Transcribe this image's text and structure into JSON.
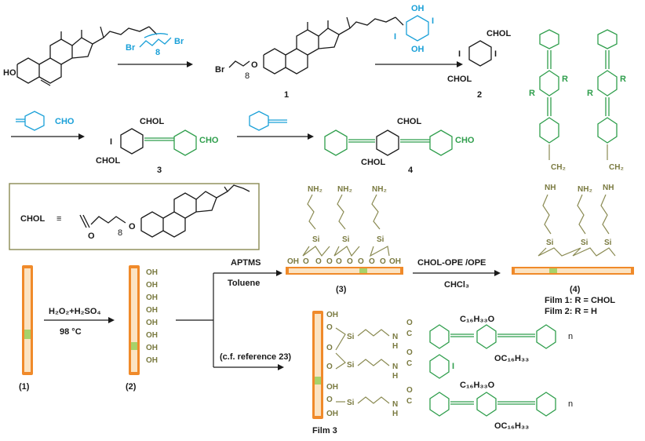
{
  "top_row": {
    "cholesterol_oh": "HO",
    "dibromooctane": {
      "br_left": "Br",
      "br_right": "Br",
      "repeat": "8"
    },
    "compound1": {
      "br": "Br",
      "repeat": "8",
      "o": "O",
      "number": "1"
    },
    "hydroquinone": {
      "oh_top": "OH",
      "i_right": "I",
      "i_left": "I",
      "oh_bottom": "OH"
    },
    "compound2": {
      "chol_top": "CHOL",
      "i_left": "I",
      "i_right": "I",
      "chol_bottom": "CHOL",
      "number": "2"
    }
  },
  "middle_row": {
    "reagent_aldehyde": {
      "cho": "CHO"
    },
    "compound3": {
      "chol_top": "CHOL",
      "i": "I",
      "chol_bottom": "CHOL",
      "cho": "CHO",
      "number": "3"
    },
    "compound4": {
      "chol_top": "CHOL",
      "chol_bottom": "CHOL",
      "cho": "CHO",
      "number": "4"
    }
  },
  "chol_definition": {
    "chol": "CHOL",
    "equiv": "≡",
    "o_left": "O",
    "repeat": "8",
    "o_right": "O"
  },
  "surface_steps": {
    "slide1_label": "(1)",
    "reagent_h2o2": "H₂O₂+H₂SO₄",
    "temperature": "98 °C",
    "slide2_label": "(2)",
    "oh": "OH",
    "aptms": "APTMS",
    "toluene": "Toluene",
    "cf_reference": "(c.f. reference 23)",
    "film3_surface_label": "(3)",
    "chol_ope": "CHOL-OPE /OPE",
    "chcl3": "CHCl₃",
    "film4_label": "(4)"
  },
  "film3_chain": {
    "nh2": "NH₂",
    "si": "Si",
    "o": "O",
    "oh_row": [
      "OH",
      "O",
      "O",
      "O",
      "O",
      "O",
      "O",
      "O",
      "O",
      "OH"
    ]
  },
  "film4_chain": {
    "r": "R",
    "ch2": "CH₂",
    "nh": "NH",
    "nh2": "NH₂",
    "si": "Si",
    "film1_caption": "Film 1: R = CHOL",
    "film2_caption": "Film 2: R = H"
  },
  "film3_polymer": {
    "oh": "OH",
    "o": "O",
    "si": "Si",
    "n": "N",
    "h": "H",
    "c": "C",
    "i": "I",
    "c16h33o_top": "C₁₆H₃₃O",
    "oc16h33_mid": "OC₁₆H₃₃",
    "c16h33o_low": "C₁₆H₃₃O",
    "oc16h33_bottom": "OC₁₆H₃₃",
    "n_sub": "n",
    "caption": "Film 3"
  }
}
